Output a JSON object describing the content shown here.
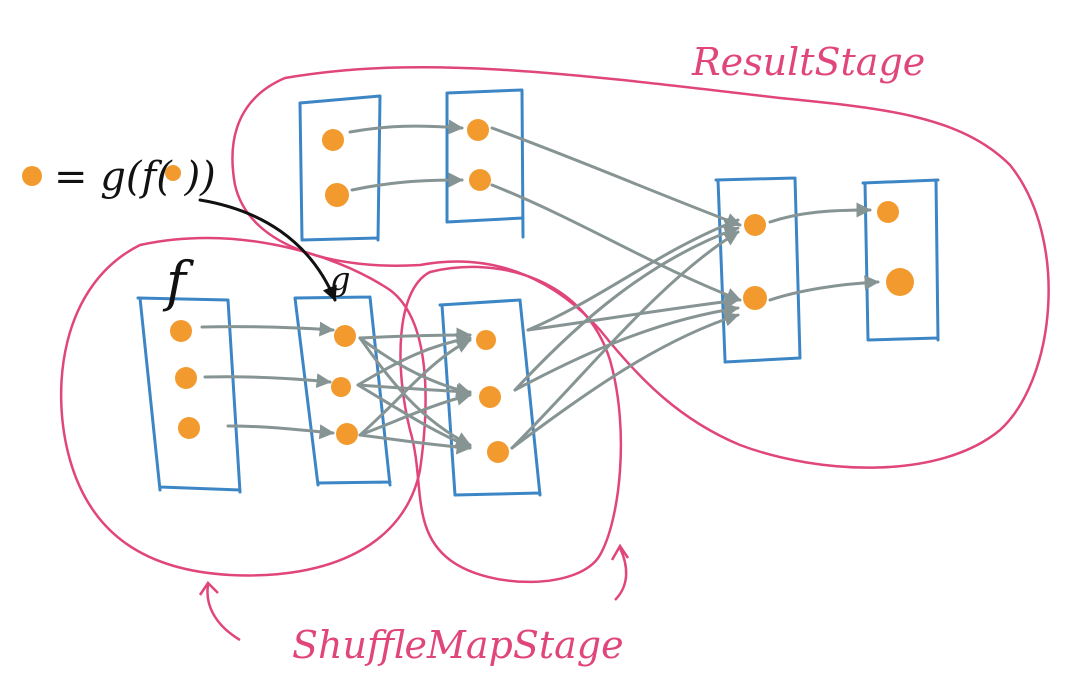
{
  "labels": {
    "result_stage": "ResultStage",
    "shuffle_map_stage": "ShuffleMapStage",
    "formula": "= g(f( ))",
    "f_label": "f",
    "g_label": "g"
  },
  "colors": {
    "stage_outline": "#e0457b",
    "rdd_border": "#3c86c6",
    "partition_dot": "#f39a2e",
    "arrow": "#879494",
    "ink": "#111111"
  }
}
